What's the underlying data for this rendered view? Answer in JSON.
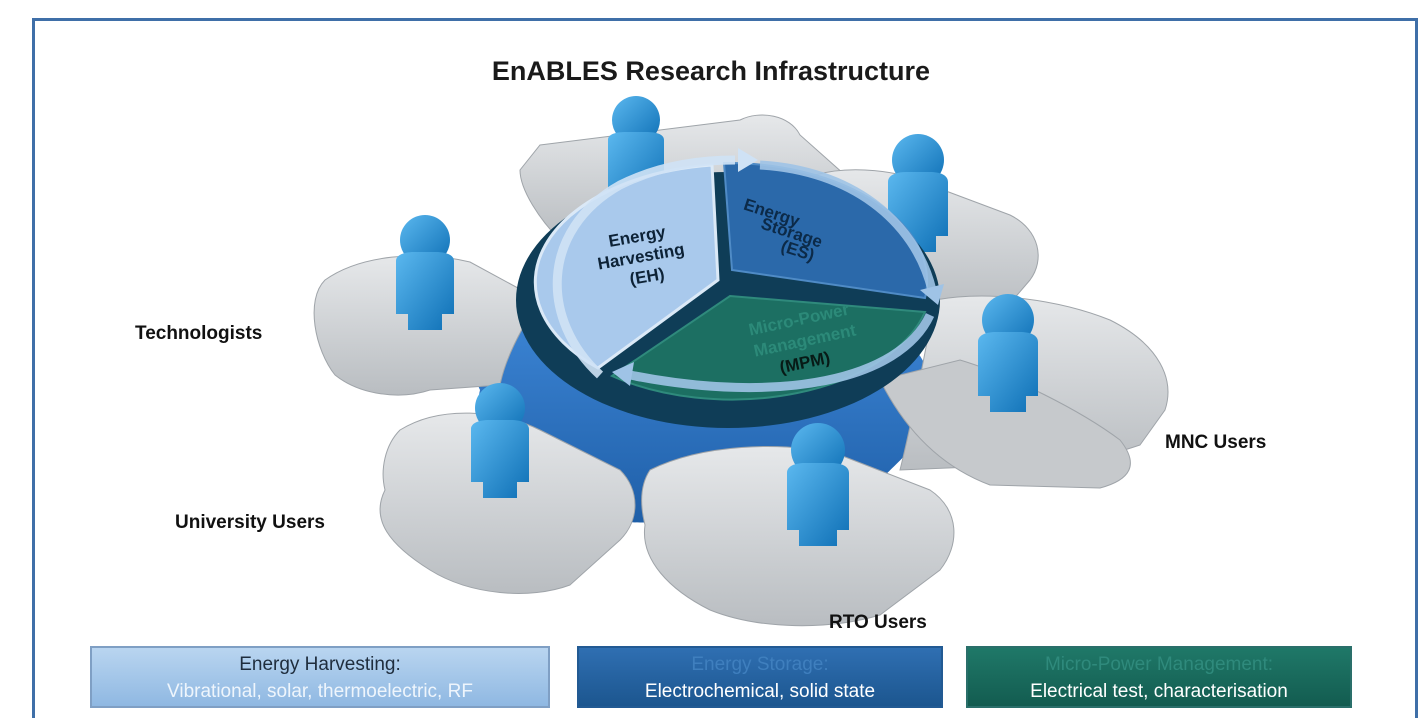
{
  "title": "EnABLES Research Infrastructure",
  "user_labels": {
    "technologists": "Technologists",
    "university": "University Users",
    "rto": "RTO Users",
    "mnc": "MNC Users"
  },
  "pie": {
    "eh": [
      "Energy",
      "Harvesting",
      "(EH)"
    ],
    "es": [
      "Energy",
      "Storage",
      "(ES)"
    ],
    "mpm": [
      "Micro-Power",
      "Management",
      "(MPM)"
    ]
  },
  "boxes": {
    "eh": {
      "heading": "Energy Harvesting:",
      "detail": "Vibrational, solar, thermoelectric, RF"
    },
    "es": {
      "heading": "Energy Storage:",
      "detail": "Electrochemical, solid state"
    },
    "mpm": {
      "heading": "Micro-Power Management:",
      "detail": "Electrical test, characterisation"
    }
  },
  "colors": {
    "frame": "#3f6fa8",
    "eh": "#a9c9ec",
    "es": "#2b69aa",
    "mpm": "#1c6f62",
    "person": "#1a8fd8",
    "puzzle_grey": "#d0d3d6",
    "puzzle_blue": "#2f75c4"
  }
}
